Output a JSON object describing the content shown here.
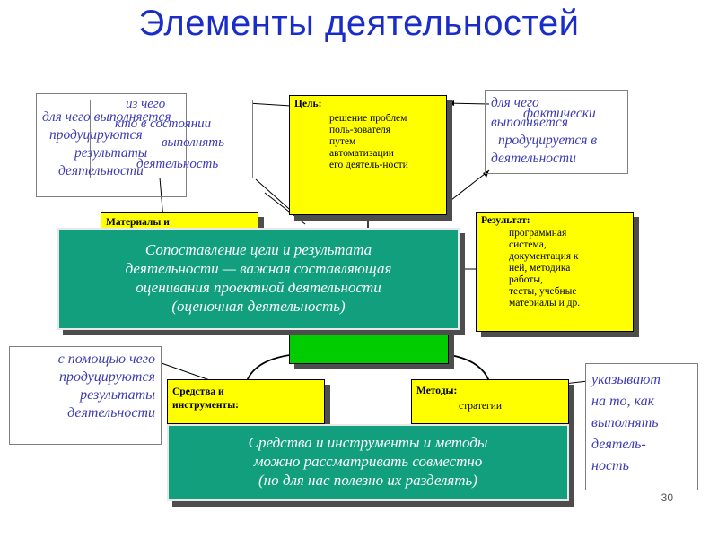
{
  "title": "Элементы деятельностей",
  "page_number": "30",
  "goal": {
    "label": "Цель:",
    "lines": [
      "решение проблем",
      "поль-зователя",
      "путем",
      "автоматизации",
      "его деятель-ности"
    ]
  },
  "materials": {
    "label": "Материалы и"
  },
  "result": {
    "label": "Результат:",
    "lines": [
      "программная",
      "система,",
      "документация к",
      "ней, методика",
      "работы,",
      "тесты, учебные",
      "материалы и др."
    ]
  },
  "tools": {
    "label_line1": "Средства и",
    "label_line2": "инструменты:"
  },
  "methods": {
    "label": "Методы:",
    "value": "стратегии"
  },
  "callout_compare": [
    "Сопоставление цели и результата",
    "деятельности — важная составляющая",
    "оценивания проектной деятельности",
    "(оценочная деятельность)"
  ],
  "callout_tools": [
    "Средства и инструменты и методы",
    "можно рассматривать совместно",
    "(но для нас полезно их разделять)"
  ],
  "note_left_top": [
    "для чего выполняется",
    "продуцируются",
    "результаты",
    "деятельности"
  ],
  "note_left_top_overlay": [
    "из чего",
    "кто в состоянии",
    "выполнять",
    "деятельность"
  ],
  "note_right_top": [
    "для чего",
    "выполняется",
    "фактически",
    "продуцируется в",
    "деятельности"
  ],
  "note_left_bottom": [
    "с помощью чего",
    "продуцируются",
    "результаты",
    "деятельности"
  ],
  "note_right_bottom": [
    "указывают",
    "на то, как",
    "выполнять",
    "деятель-",
    "ность"
  ]
}
